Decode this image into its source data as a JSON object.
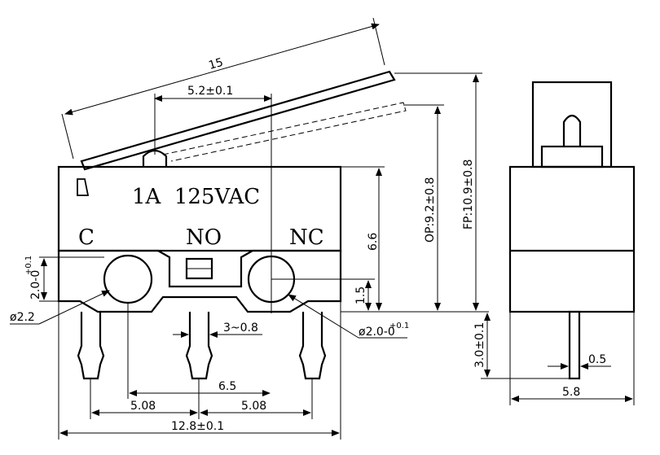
{
  "body_text": {
    "rating": "1A  125VAC",
    "terminal_c": "C",
    "terminal_no": "NO",
    "terminal_nc": "NC"
  },
  "dimensions": {
    "lever_length": "15",
    "pin_offset": "5.2±0.1",
    "body_height": "6.6",
    "op_position": "OP:9.2±0.8",
    "fp_position": "FP:10.9±0.8",
    "mount_hole_height": "2.0-0",
    "mount_hole_height_tol": "+0.1",
    "hole_center_height": "1.5",
    "hole_dia_left": "ø2.2",
    "hole_dia_right": "ø2.0-0",
    "hole_dia_right_tol": "+0.1",
    "terminal_width": "3~0.8",
    "hole_spacing": "6.5",
    "pitch_left": "5.08",
    "pitch_right": "5.08",
    "overall_length": "12.8±0.1",
    "terminal_length": "3.0±0.1",
    "terminal_thickness": "0.5",
    "side_width": "5.8"
  }
}
